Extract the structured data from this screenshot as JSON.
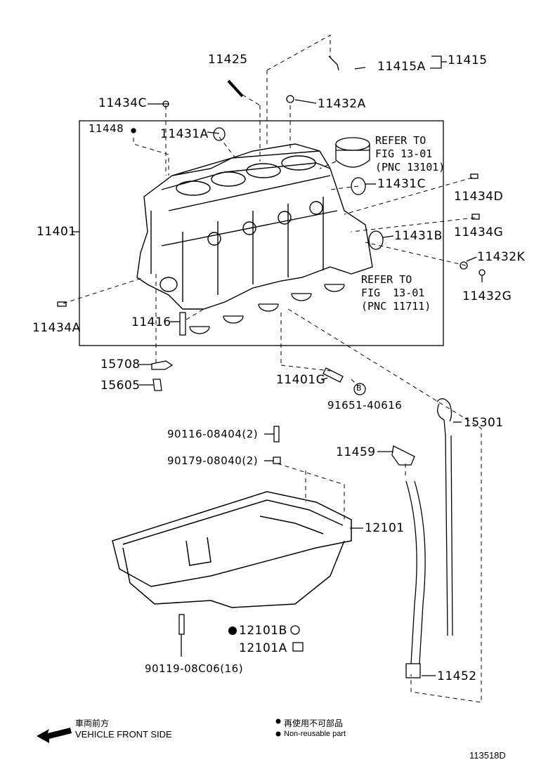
{
  "labels": {
    "p11425": "11425",
    "p11415A": "11415A",
    "p11415": "11415",
    "p11434C": "11434C",
    "p11432A": "11432A",
    "p11448": "11448",
    "p11431A": "11431A",
    "p11431C": "11431C",
    "p11434D": "11434D",
    "p11401": "11401",
    "p11431B": "11431B",
    "p11434G": "11434G",
    "p11432K": "11432K",
    "p11432G": "11432G",
    "p11434A": "11434A",
    "p11416": "11416",
    "p15708": "15708",
    "p15605": "15605",
    "p11401G": "11401G",
    "p91651": "91651-40616",
    "p15301": "15301",
    "p90116": "90116-08404(2)",
    "p90179": "90179-08040(2)",
    "p11459": "11459",
    "p12101": "12101",
    "p12101B": "12101B",
    "p12101A": "12101A",
    "p90119": "90119-08C06(16)",
    "p11452": "11452",
    "circleB": "B"
  },
  "refer_piston": {
    "line1": "REFER TO",
    "line2": "FIG 13-01",
    "line3": "(PNC 13101)"
  },
  "refer_crank": {
    "line1": "REFER TO",
    "line2": "FIG  13-01",
    "line3": "(PNC 11711)"
  },
  "footer": {
    "front_jp": "車両前方",
    "front_en": "VEHICLE FRONT SIDE",
    "nonreuse_jp": "再使用不可部品",
    "nonreuse_en": "Non-reusable part",
    "figure_id": "113518D"
  }
}
